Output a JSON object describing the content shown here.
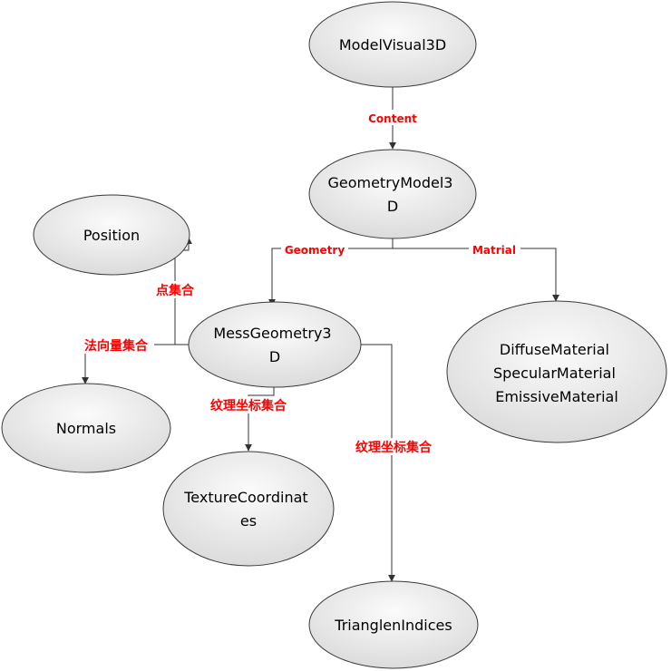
{
  "diagram": {
    "nodes": {
      "model_visual_3d": [
        "ModelVisual3D"
      ],
      "geometry_model_3d": [
        "GeometryModel3",
        "D"
      ],
      "position": [
        "Position"
      ],
      "mess_geometry_3d": [
        "MessGeometry3",
        "D"
      ],
      "materials": [
        "DiffuseMaterial",
        "SpecularMaterial",
        "EmissiveMaterial"
      ],
      "normals": [
        "Normals"
      ],
      "texture_coordinates": [
        "TextureCoordinat",
        "es"
      ],
      "triangle_indices": [
        "TrianglenIndices"
      ]
    },
    "edge_labels": {
      "content": "Content",
      "geometry": "Geometry",
      "material": "Matrial",
      "points": "点集合",
      "normals": "法向量集合",
      "texture": "纹理坐标集合",
      "indices": "纹理坐标集合"
    },
    "colors": {
      "node_fill_light": "#fafafa",
      "node_fill_dark": "#dcdcdc",
      "node_stroke": "#3a3a3a",
      "edge": "#333333",
      "label": "#ff0000"
    }
  }
}
